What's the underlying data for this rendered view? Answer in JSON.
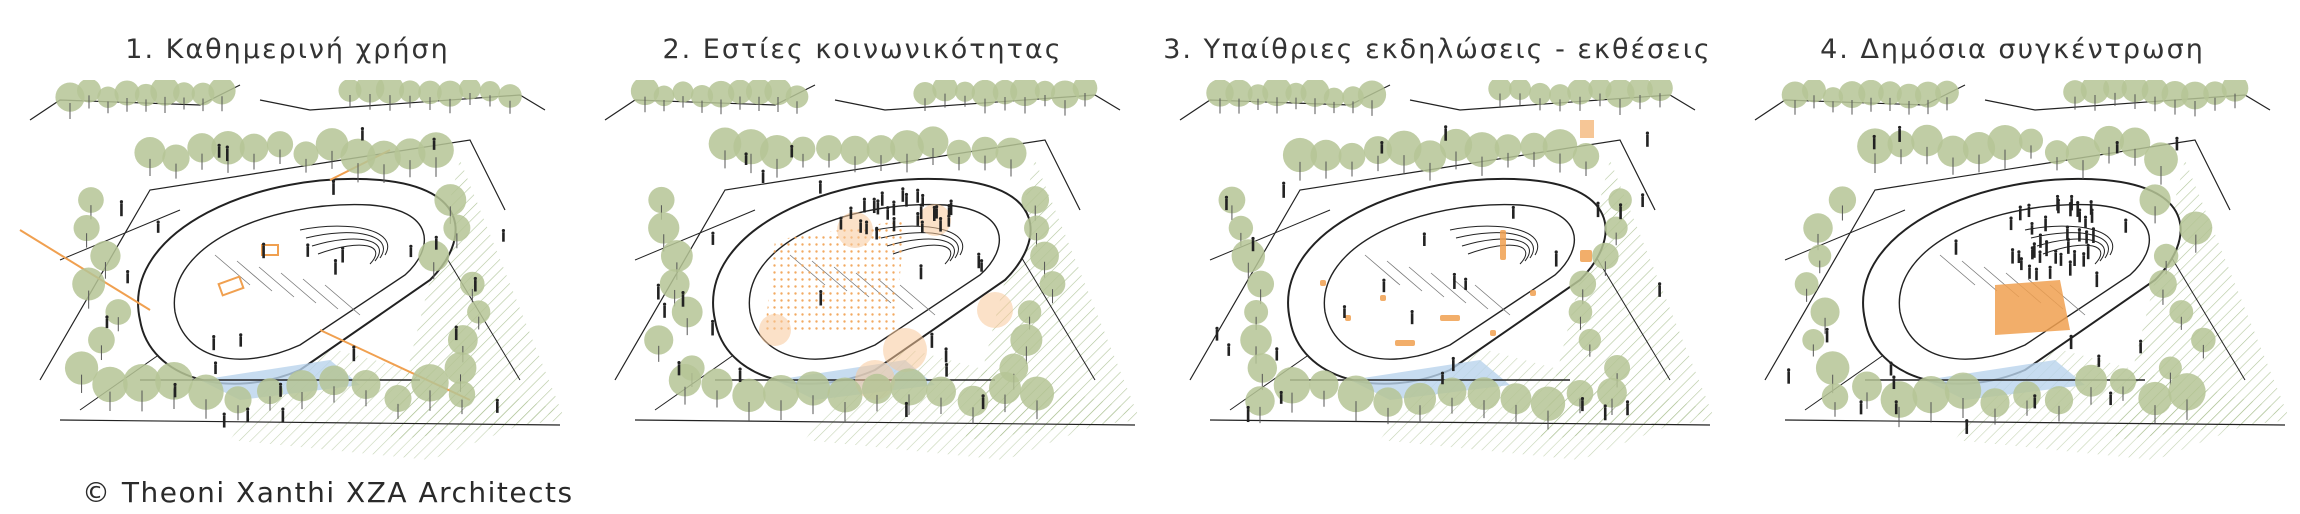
{
  "panels": [
    {
      "number": "1.",
      "title": "Καθημερινή χρήση",
      "overlay": "daily"
    },
    {
      "number": "2.",
      "title": "Εστίες κοινωνικότητας",
      "overlay": "social"
    },
    {
      "number": "3.",
      "title": "Υπαίθριες εκδηλώσεις - εκθέσεις",
      "overlay": "events"
    },
    {
      "number": "4.",
      "title": "Δημόσια συγκέντρωση",
      "overlay": "gathering"
    }
  ],
  "credit": {
    "text": "© Theoni Xanthi XZA Architects"
  },
  "colors": {
    "tree": "#b5c495",
    "tree_dark": "#98ab78",
    "accent": "#f0a050",
    "accent_fill": "#f7c89a",
    "water": "#b9d3ec",
    "line": "#222222",
    "hatch": "#9fb883"
  }
}
